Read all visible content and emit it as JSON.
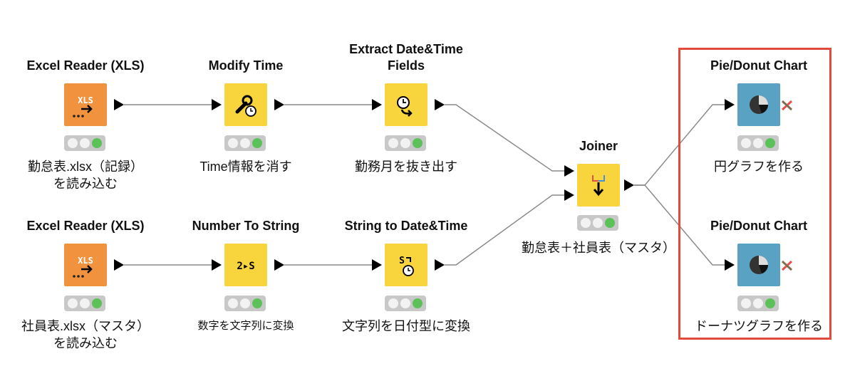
{
  "nodes": [
    {
      "id": "excel1",
      "title": "Excel Reader (XLS)",
      "desc": "勤怠表.xlsx（記録）\nを読み込む",
      "icon": "xls-reader-icon",
      "color": "#f1923f"
    },
    {
      "id": "modify",
      "title": "Modify Time",
      "desc": "Time情報を消す",
      "icon": "wrench-clock-icon",
      "color": "#f8d53c"
    },
    {
      "id": "extract",
      "title": "Extract Date&Time\nFields",
      "desc": "勤務月を抜き出す",
      "icon": "clock-extract-icon",
      "color": "#f8d53c"
    },
    {
      "id": "excel2",
      "title": "Excel Reader (XLS)",
      "desc": "社員表.xlsx（マスタ）\nを読み込む",
      "icon": "xls-reader-icon",
      "color": "#f1923f"
    },
    {
      "id": "num2str",
      "title": "Number To String",
      "desc": "数字を文字列に変換",
      "icon": "number-to-string-icon",
      "color": "#f8d53c"
    },
    {
      "id": "str2date",
      "title": "String to Date&Time",
      "desc": "文字列を日付型に変換",
      "icon": "string-to-date-icon",
      "color": "#f8d53c"
    },
    {
      "id": "joiner",
      "title": "Joiner",
      "desc": "勤怠表＋社員表（マスタ）",
      "icon": "joiner-icon",
      "color": "#f8d53c"
    },
    {
      "id": "pie1",
      "title": "Pie/Donut Chart",
      "desc": "円グラフを作る",
      "icon": "pie-chart-icon",
      "color": "#5aa2c4"
    },
    {
      "id": "pie2",
      "title": "Pie/Donut Chart",
      "desc": "ドーナツグラフを作る",
      "icon": "pie-chart-icon",
      "color": "#5aa2c4"
    }
  ],
  "icon_text": {
    "xls": "XLS",
    "num2str": "2▸S",
    "str2date": "S"
  },
  "connections": [
    [
      "excel1",
      "modify"
    ],
    [
      "modify",
      "extract"
    ],
    [
      "extract",
      "joiner"
    ],
    [
      "excel2",
      "num2str"
    ],
    [
      "num2str",
      "str2date"
    ],
    [
      "str2date",
      "joiner"
    ],
    [
      "joiner",
      "pie1"
    ],
    [
      "joiner",
      "pie2"
    ]
  ],
  "colors": {
    "wire": "#888888",
    "highlight": "#e24a3c",
    "status_ok": "#5cc158"
  }
}
